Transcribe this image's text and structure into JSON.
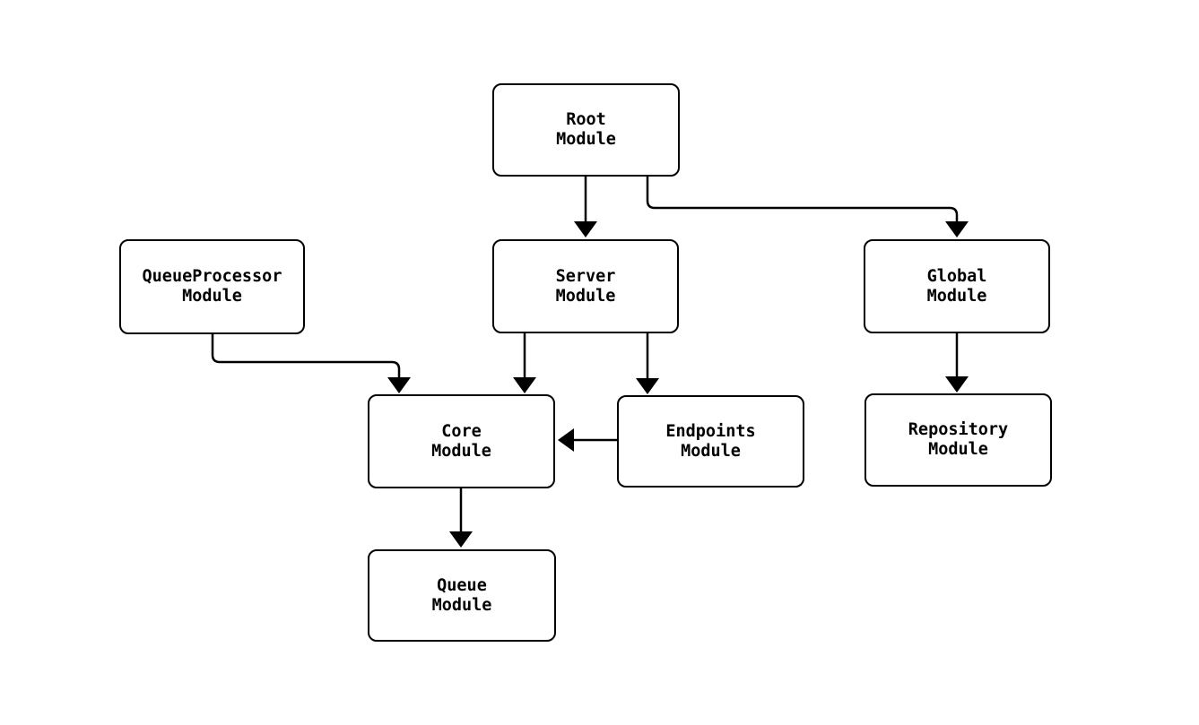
{
  "diagram": {
    "type": "flowchart",
    "background_color": "#ffffff",
    "node_fill_color": "#ffffff",
    "node_border_color": "#000000",
    "text_color": "#000000",
    "arrow_color": "#000000",
    "nodes": [
      {
        "id": "root",
        "label": "Root\nModule"
      },
      {
        "id": "server",
        "label": "Server\nModule"
      },
      {
        "id": "global",
        "label": "Global\nModule"
      },
      {
        "id": "queueprocessor",
        "label": "QueueProcessor\nModule"
      },
      {
        "id": "core",
        "label": "Core\nModule"
      },
      {
        "id": "endpoints",
        "label": "Endpoints\nModule"
      },
      {
        "id": "repository",
        "label": "Repository\nModule"
      },
      {
        "id": "queue",
        "label": "Queue\nModule"
      }
    ],
    "edges": [
      {
        "from": "Root Module",
        "to": "Server Module"
      },
      {
        "from": "Root Module",
        "to": "Global Module"
      },
      {
        "from": "QueueProcessor Module",
        "to": "Core Module"
      },
      {
        "from": "Server Module",
        "to": "Core Module"
      },
      {
        "from": "Server Module",
        "to": "Endpoints Module"
      },
      {
        "from": "Endpoints Module",
        "to": "Core Module"
      },
      {
        "from": "Global Module",
        "to": "Repository Module"
      },
      {
        "from": "Core Module",
        "to": "Queue Module"
      }
    ]
  }
}
